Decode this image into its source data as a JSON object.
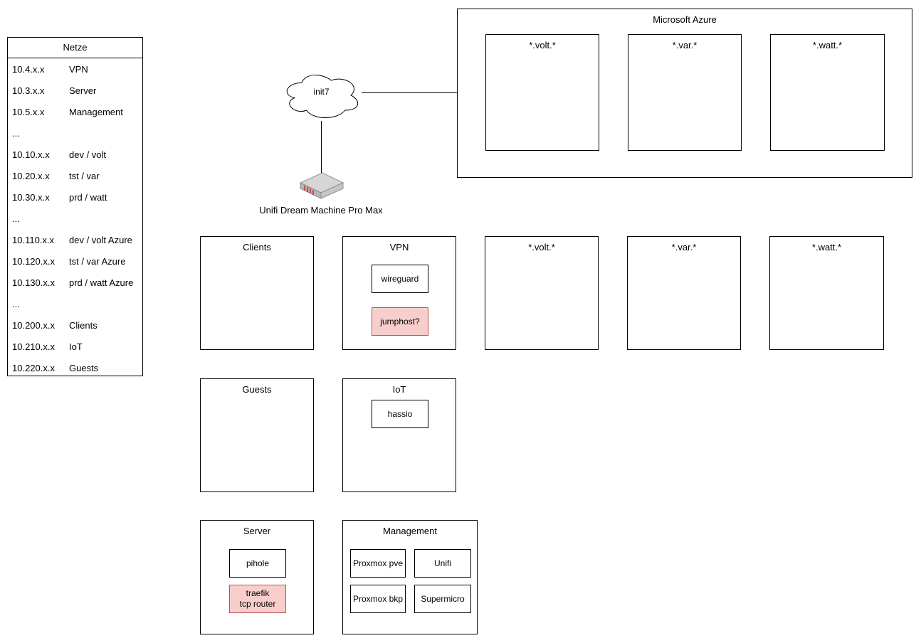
{
  "colors": {
    "node_fill": "#ffffff",
    "node_border": "#000000",
    "highlight_fill": "#f8cecc",
    "highlight_border": "#b85450"
  },
  "netze_table": {
    "title": "Netze",
    "rows": [
      {
        "ip": "10.4.x.x",
        "label": "VPN"
      },
      {
        "ip": "10.3.x.x",
        "label": "Server"
      },
      {
        "ip": "10.5.x.x",
        "label": "Management"
      },
      {
        "ip": "...",
        "label": ""
      },
      {
        "ip": "10.10.x.x",
        "label": "dev / volt"
      },
      {
        "ip": "10.20.x.x",
        "label": "tst / var"
      },
      {
        "ip": "10.30.x.x",
        "label": "prd / watt"
      },
      {
        "ip": "...",
        "label": ""
      },
      {
        "ip": "10.110.x.x",
        "label": "dev / volt Azure"
      },
      {
        "ip": "10.120.x.x",
        "label": "tst / var Azure"
      },
      {
        "ip": "10.130.x.x",
        "label": "prd / watt Azure"
      },
      {
        "ip": "...",
        "label": ""
      },
      {
        "ip": "10.200.x.x",
        "label": "Clients"
      },
      {
        "ip": "10.210.x.x",
        "label": "IoT"
      },
      {
        "ip": "10.220.x.x",
        "label": "Guests"
      }
    ]
  },
  "internet": {
    "label": "init7"
  },
  "router": {
    "label": "Unifi Dream Machine Pro Max"
  },
  "azure": {
    "title": "Microsoft Azure",
    "zones": [
      {
        "title": "*.volt.*"
      },
      {
        "title": "*.var.*"
      },
      {
        "title": "*.watt.*"
      }
    ]
  },
  "zones": {
    "clients": {
      "title": "Clients"
    },
    "vpn": {
      "title": "VPN",
      "nodes": [
        {
          "label": "wireguard"
        },
        {
          "label": "jumphost?"
        }
      ]
    },
    "volt": {
      "title": "*.volt.*"
    },
    "var": {
      "title": "*.var.*"
    },
    "watt": {
      "title": "*.watt.*"
    },
    "guests": {
      "title": "Guests"
    },
    "iot": {
      "title": "IoT",
      "nodes": [
        {
          "label": "hassio"
        }
      ]
    },
    "server": {
      "title": "Server",
      "nodes": [
        {
          "label": "pihole"
        },
        {
          "label": "traefik\ntcp router"
        }
      ]
    },
    "management": {
      "title": "Management",
      "nodes": [
        {
          "label": "Proxmox pve"
        },
        {
          "label": "Unifi"
        },
        {
          "label": "Proxmox bkp"
        },
        {
          "label": "Supermicro"
        }
      ]
    }
  }
}
